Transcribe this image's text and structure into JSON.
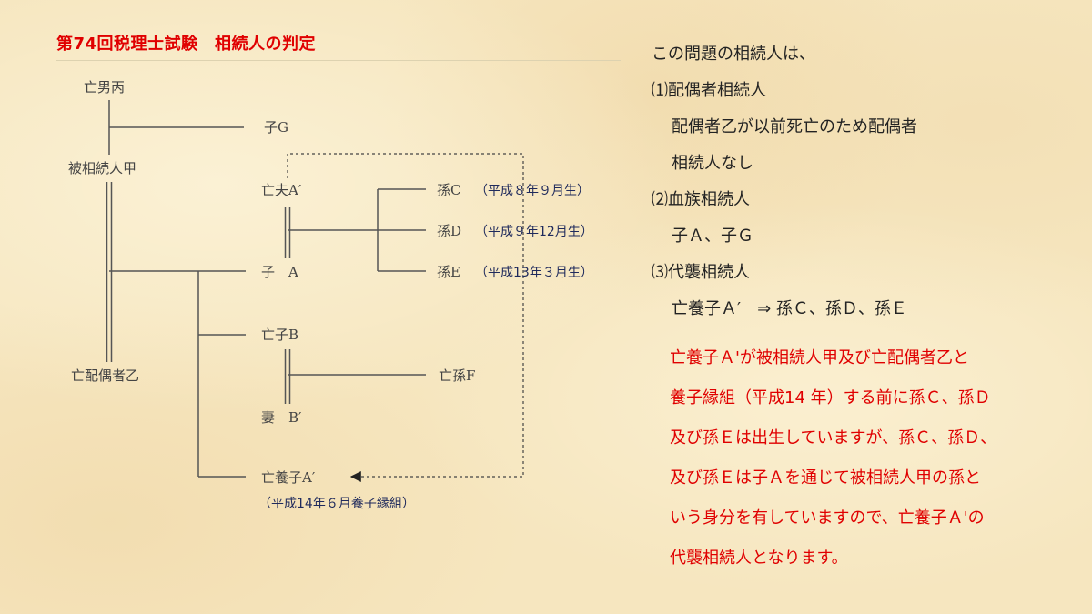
{
  "slide": {
    "title": "第74回税理士試験　相続人の判定"
  },
  "diagram": {
    "persons": {
      "maleHei": "亡男丙",
      "childG": "子G",
      "decedent": "被相続人甲",
      "husbandA2": "亡夫A′",
      "childA": "子　A",
      "childB": "亡子B",
      "wifeB2": "妻　B′",
      "spouse": "亡配偶者乙",
      "adoptedA2": "亡養子A′",
      "grandchildC": "孫C",
      "grandchildD": "孫D",
      "grandchildE": "孫E",
      "grandchildF": "亡孫F"
    },
    "notes": {
      "birthC": "（平成８年９月生）",
      "birthD": "（平成９年12月生）",
      "birthE": "（平成13年３月生）",
      "adoption": "（平成14年６月養子縁組）"
    }
  },
  "explanation": {
    "intro": "この問題の相続人は、",
    "item1_heading": "⑴配偶者相続人",
    "item1_line1": "配偶者乙が以前死亡のため配偶者",
    "item1_line2": "相続人なし",
    "item2_heading": "⑵血族相続人",
    "item2_line1": "子Ａ、子Ｇ",
    "item3_heading": "⑶代襲相続人",
    "item3_line1": "亡養子Ａ′　⇒ 孫Ｃ、孫Ｄ、孫Ｅ",
    "red_lines": [
      "亡養子Ａ'が被相続人甲及び亡配偶者乙と",
      "養子縁組（平成14 年）する前に孫Ｃ、孫Ｄ",
      "及び孫Ｅは出生していますが、孫Ｃ、孫Ｄ、",
      "及び孫Ｅは子Ａを通じて被相続人甲の孫と",
      "いう身分を有していますので、亡養子Ａ'の",
      "代襲相続人となります。"
    ]
  },
  "colors": {
    "accent_red": "#e00000",
    "diagram_line": "#555555",
    "note_blue": "#1f2a5c",
    "background": "#f6e6bf"
  }
}
